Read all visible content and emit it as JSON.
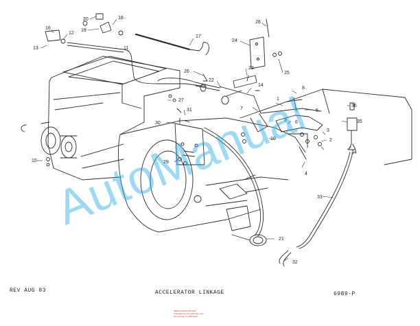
{
  "diagram": {
    "parts": [
      "20",
      "18",
      "19",
      "16",
      "12",
      "13",
      "11",
      "17",
      "28",
      "24",
      "25",
      "23",
      "26",
      "22",
      "27",
      "14",
      "8",
      "1",
      "7",
      "5",
      "6",
      "31",
      "30",
      "9",
      "3",
      "2",
      "10",
      "36",
      "35",
      "4",
      "34",
      "29",
      "15",
      "33",
      "21",
      "32"
    ]
  },
  "footer": {
    "rev": "REV AUG 83",
    "title": "ACCELERATOR LINKAGE",
    "drawing_number": "6989-P"
  },
  "watermark": "AutoManual",
  "stamp": {
    "line1": "Watermarked Manual",
    "line2": "Intended for private use only",
    "line3": "Do not sell or distribute"
  },
  "colors": {
    "line": "#2a2a2a",
    "watermark": "#28aae6",
    "stamp": "#cc2222"
  }
}
